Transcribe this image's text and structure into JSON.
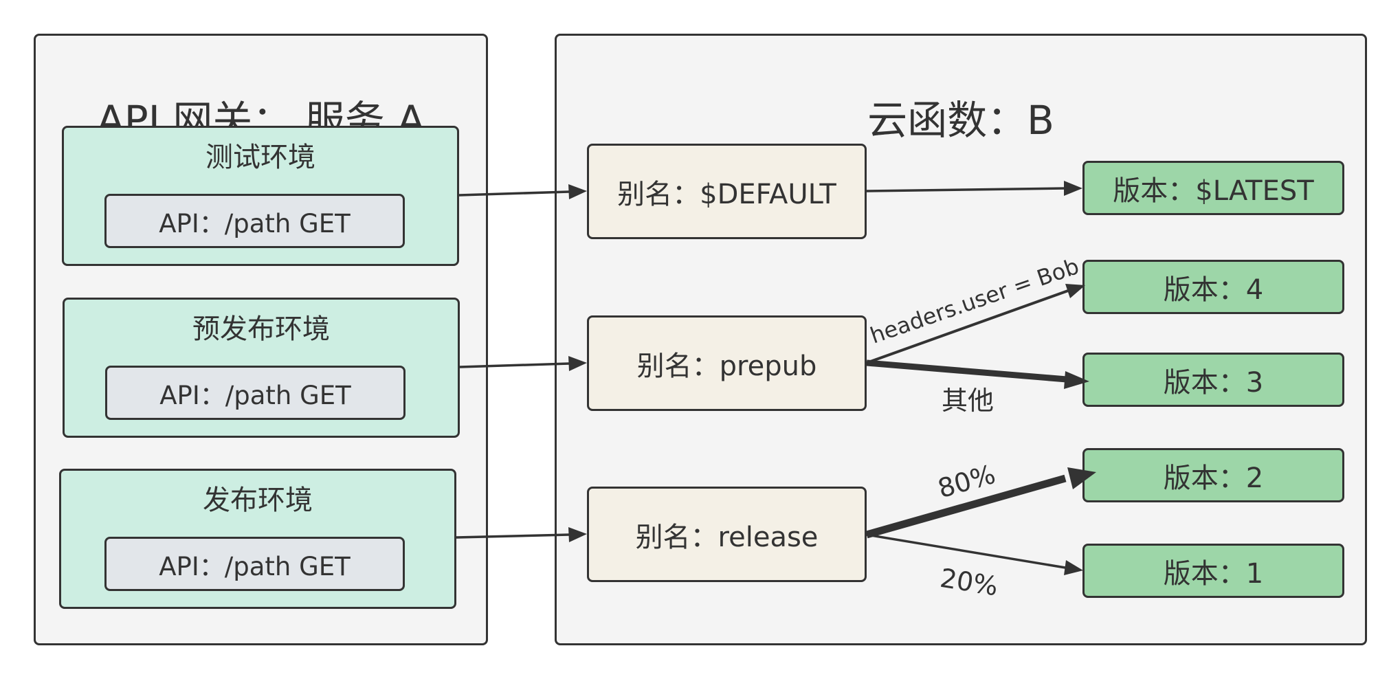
{
  "gateway": {
    "title": "API 网关： 服务 A",
    "environments": [
      {
        "title": "测试环境",
        "api": "API：/path GET"
      },
      {
        "title": "预发布环境",
        "api": "API：/path GET"
      },
      {
        "title": "发布环境",
        "api": "API：/path GET"
      }
    ]
  },
  "function": {
    "title": "云函数：B",
    "aliases": [
      {
        "label": "别名：$DEFAULT"
      },
      {
        "label": "别名：prepub"
      },
      {
        "label": "别名：release"
      }
    ],
    "versions": [
      {
        "label": "版本：$LATEST"
      },
      {
        "label": "版本：4"
      },
      {
        "label": "版本：3"
      },
      {
        "label": "版本：2"
      },
      {
        "label": "版本：1"
      }
    ]
  },
  "routes": {
    "prepub_rule": "headers.user = Bob",
    "prepub_other": "其他",
    "release_major": "80%",
    "release_minor": "20%"
  },
  "colors": {
    "panel_bg": "#f4f4f4",
    "environment_bg": "#cdeee2",
    "api_bg": "#e2e6ea",
    "alias_bg": "#f4f0e6",
    "version_bg": "#9dd6a8",
    "stroke": "#333333"
  }
}
